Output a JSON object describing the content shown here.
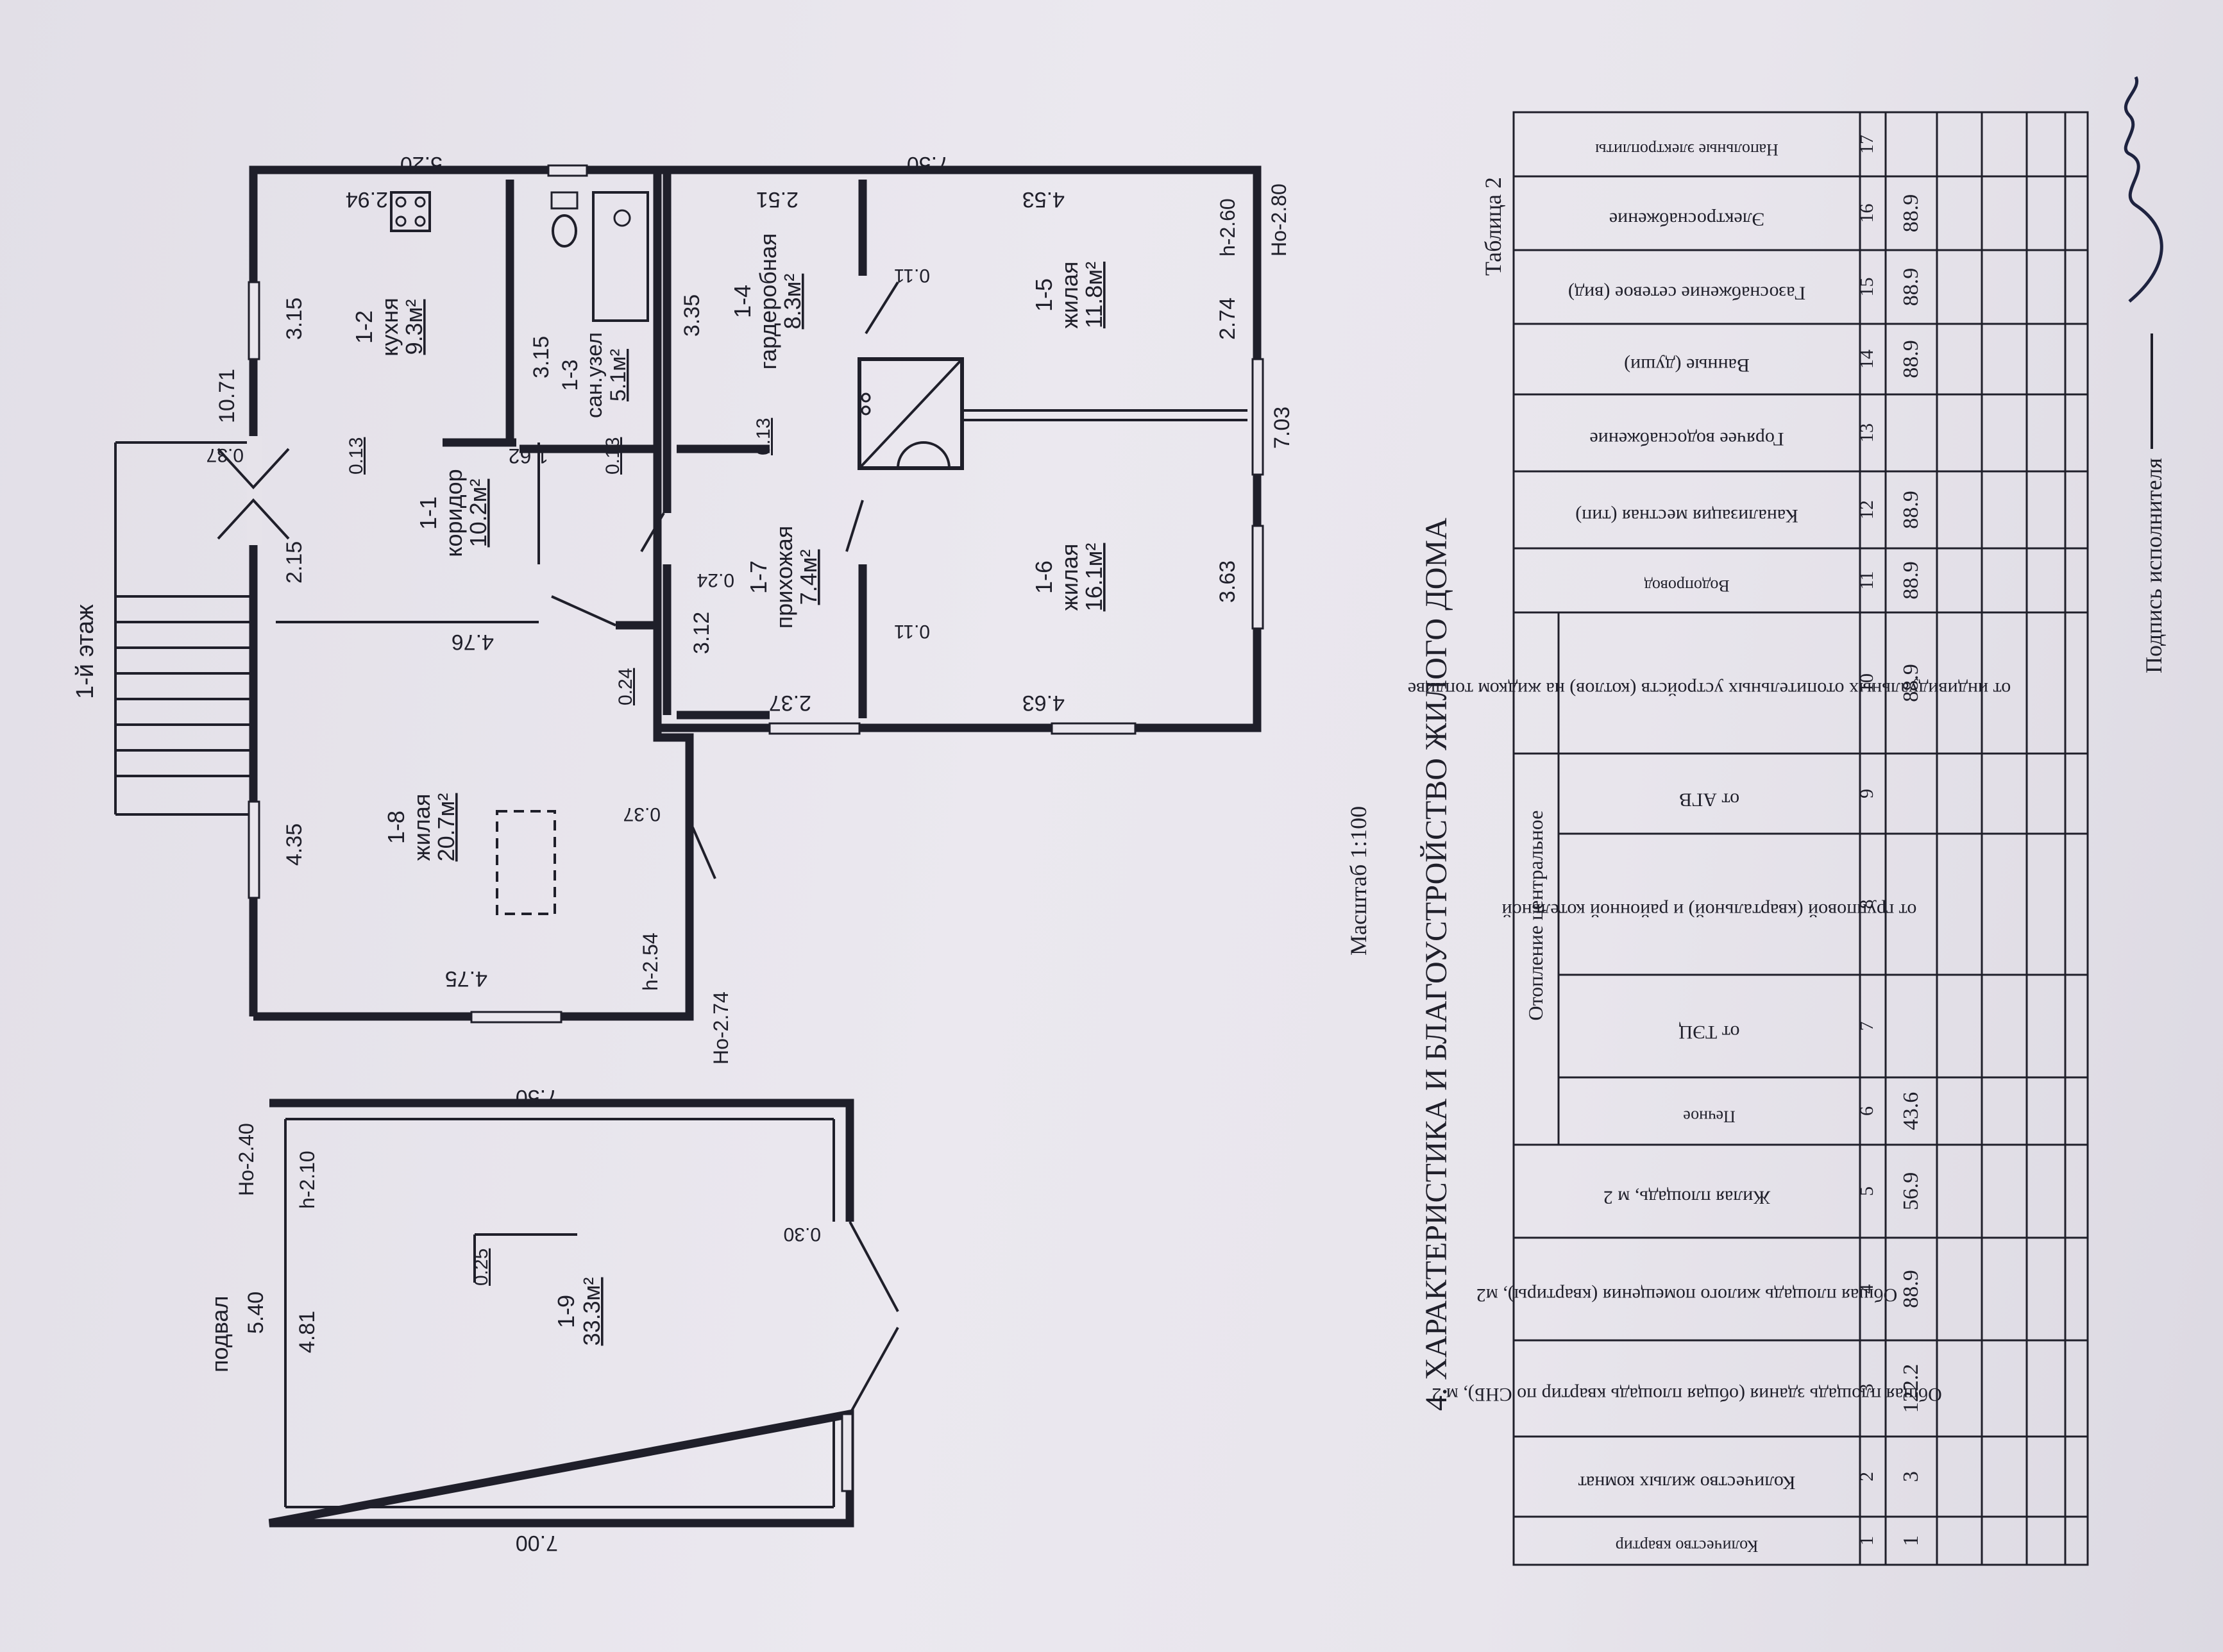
{
  "first_floor": {
    "title": "1-й этаж",
    "rooms": [
      {
        "id": "1-1",
        "name": "коридор",
        "area": "10.2м²"
      },
      {
        "id": "1-2",
        "name": "кухня",
        "area": "9.3м²"
      },
      {
        "id": "1-3",
        "name": "сан.узел",
        "area": "5.1м²"
      },
      {
        "id": "1-4",
        "name": "гардеробная",
        "area": "8.3м²"
      },
      {
        "id": "1-5",
        "name": "жилая",
        "area": "11.8м²"
      },
      {
        "id": "1-6",
        "name": "жилая",
        "area": "16.1м²"
      },
      {
        "id": "1-7",
        "name": "прихожая",
        "area": "7.4м²"
      },
      {
        "id": "1-8",
        "name": "жилая",
        "area": "20.7м²"
      }
    ],
    "dims": {
      "top_left": "5.20",
      "top_right": "7.50",
      "left_total": "10.71",
      "kitchen_w": "3.15",
      "kitchen_h": "2.94",
      "bath_w": "3.15",
      "bath_side": "1.62",
      "porch_left": "2.15",
      "corridor_len": "4.76",
      "room18_w": "4.35",
      "room18_h": "4.75",
      "room14_w": "3.35",
      "room14_h": "2.51",
      "room15_h": "4.53",
      "room15_w": "2.74",
      "right_total": "7.03",
      "room17_w": "3.12",
      "room17_h": "2.37",
      "room16_h": "4.63",
      "room16_w": "3.63",
      "w037a": "0.37",
      "w037b": "0.37",
      "w013a": "0.13",
      "w013b": "0.13",
      "w013c": "0.13",
      "w024a": "0.24",
      "w024b": "0.24",
      "w011a": "0.11",
      "w011b": "0.11"
    },
    "heights": {
      "h_left": "h-2.54",
      "ho_left": "Но-2.74",
      "h_right": "h-2.60",
      "ho_right": "Но-2.80"
    }
  },
  "basement": {
    "title": "подвал",
    "room": {
      "id": "1-9",
      "area": "33.3м²"
    },
    "dims": {
      "left": "5.40",
      "inner_left": "4.81",
      "top": "7.50",
      "bottom": "7.00",
      "w030": "0.30",
      "w025": "0.25"
    },
    "heights": {
      "ho": "Но-2.40",
      "h": "h-2.10"
    }
  },
  "scale": "Масштаб 1:100",
  "section_title": "4. ХАРАКТЕРИСТИКА И БЛАГОУСТРОЙСТВО ЖИЛОГО ДОМА",
  "table_caption": "Таблица 2",
  "signature_label": "Подпись исполнителя",
  "table": {
    "columns": [
      "Количество квартир",
      "Количество жилых комнат",
      "Общая площадь здания (общая площадь квартир по СНБ), м 2",
      "Общая площадь жилого помещения (квартиры), м2",
      "Жилая площадь, м 2",
      "Печное",
      "от ТЭЦ",
      "от групповой (квартальной) и районной котельной",
      "от АГВ",
      "от индивидуальных отопительных устройств (котлов) на жидком топливе",
      "Водопровод",
      "Канализация местная (тип)",
      "Горячее водоснабжение",
      "Ванные (души)",
      "Газоснабжение сетевое (вид)",
      "Электроснабжение",
      "Напольные электроплиты"
    ],
    "group_header": "Отопление центральное",
    "numbers": [
      "1",
      "2",
      "3",
      "4",
      "5",
      "6",
      "7",
      "8",
      "9",
      "10",
      "11",
      "12",
      "13",
      "14",
      "15",
      "16",
      "17"
    ],
    "values": [
      "1",
      "3",
      "122.2",
      "88.9",
      "56.9",
      "43.6",
      "",
      "",
      "",
      "88.9",
      "88.9",
      "88.9",
      "",
      "88.9",
      "88.9",
      "88.9",
      ""
    ]
  }
}
